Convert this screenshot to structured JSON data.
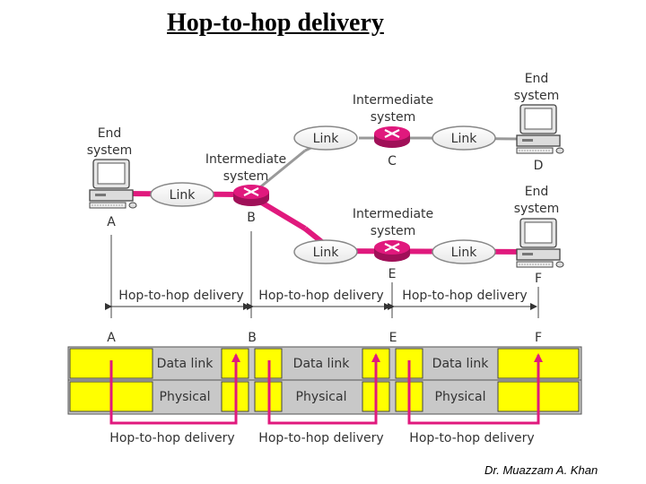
{
  "title": "Hop-to-hop delivery",
  "author": "Dr. Muazzam A. Khan",
  "labels": {
    "end_system_1": "End",
    "end_system_2": "system",
    "intermediate_1": "Intermediate",
    "intermediate_2": "system",
    "link": "Link",
    "hop": "Hop-to-hop delivery",
    "data_link": "Data link",
    "physical": "Physical"
  },
  "nodes": {
    "A": "A",
    "B": "B",
    "C": "C",
    "D": "D",
    "E": "E",
    "F": "F"
  },
  "colors": {
    "magenta": "#e0197d",
    "layer_fill": "#ffff00",
    "link_fill": "#ffffff"
  }
}
